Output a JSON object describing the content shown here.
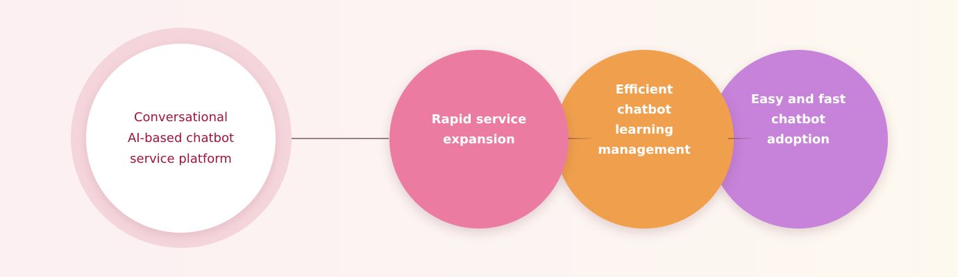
{
  "platform": {
    "label": "Conversational\nAI-based chatbot\nservice platform",
    "color": "#a3123d"
  },
  "features": [
    {
      "label": "Rapid service\nexpansion",
      "color": "#ec7ba2"
    },
    {
      "label": "Efficient\nchatbot\nlearning\nmanagement",
      "color": "#f0a04d"
    },
    {
      "label": "Easy and fast\nchatbot\nadoption",
      "color": "#c683d9"
    }
  ]
}
